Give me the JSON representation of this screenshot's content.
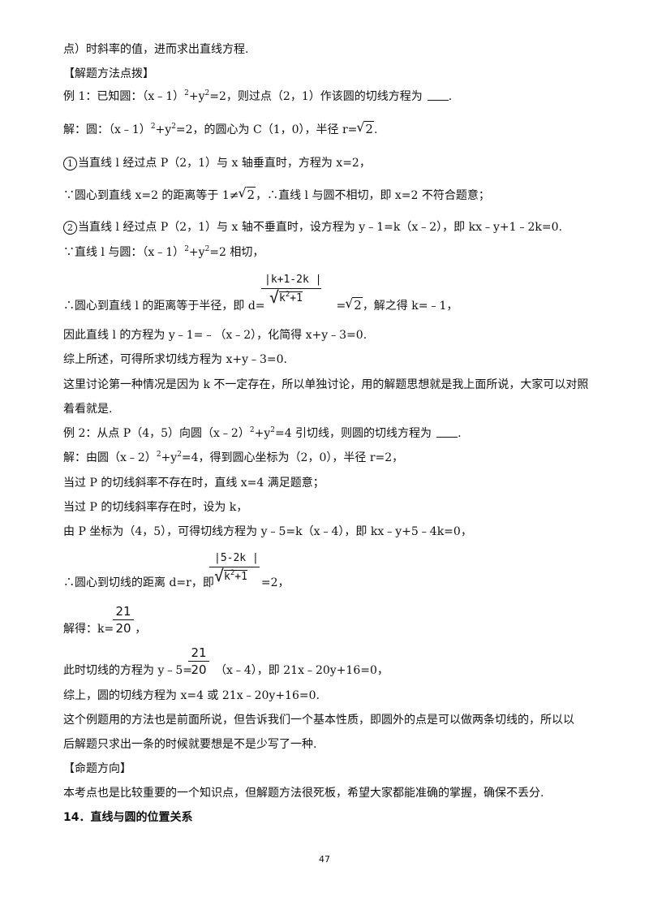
{
  "lines": {
    "l1": "点）时斜率的值，进而求出直线方程.",
    "l2": "【解题方法点拨】",
    "l3a": "例 1：已知圆：（x﹣1）",
    "l3b": "+y",
    "l3c": "=2，则过点（2，1）作该圆的切线方程为",
    "l4a": "解：圆：（x﹣1）",
    "l4b": "+y",
    "l4c": "=2，的圆心为 C（1，0），半径 r=",
    "l5": "当直线 l 经过点 P（2，1）与 x 轴垂直时，方程为 x=2，",
    "l6a": "∵圆心到直线 x=2 的距离等于 1",
    "l6b": "，∴直线 l 与圆不相切，即 x=2 不符合题意；",
    "l7": "当直线 l 经过点 P（2，1）与 x 轴不垂直时，设方程为 y﹣1=k（x﹣2），即 kx﹣y+1﹣2k=0.",
    "l8a": "∵直线 l 与圆：（x﹣1）",
    "l8b": "+y",
    "l8c": "=2 相切，",
    "l9a": "∴圆心到直线 l 的距离等于半径，即 d=",
    "l9b": "，解之得 k=﹣1，",
    "l10": "因此直线 l 的方程为 y﹣1=﹣（x﹣2），化简得 x+y﹣3=0.",
    "l11": "综上所述，可得所求切线方程为 x+y﹣3=0.",
    "l12": "这里讨论第一种情况是因为 k 不一定存在，所以单独讨论，用的解题思想就是我上面所说，大家可以对照",
    "l13": "着看就是.",
    "l14a": "例 2：从点 P（4，5）向圆（x﹣2）",
    "l14b": "+y",
    "l14c": "=4 引切线，则圆的切线方程为",
    "l15a": "解：由圆（x﹣2）",
    "l15b": "+y",
    "l15c": "=4，得到圆心坐标为（2，0），半径 r=2，",
    "l16": "当过 P 的切线斜率不存在时，直线 x=4 满足题意；",
    "l17": "当过 P 的切线斜率存在时，设为 k，",
    "l18": "由 P 坐标为（4，5），可得切线方程为 y﹣5=k（x﹣4），即 kx﹣y+5﹣4k=0，",
    "l19a": "∴圆心到切线的距离 d=r，即",
    "l19b": "=2，",
    "l20a": "解得：k=",
    "l20b": "，",
    "l21a": "此时切线的方程为 y﹣5=",
    "l21b": "（x﹣4），即 21x﹣20y+16=0，",
    "l22": "综上，圆的切线方程为 x=4 或 21x﹣20y+16=0.",
    "l23": "这个例题用的方法也是前面所说，但告诉我们一个基本性质，即圆外的点是可以做两条切线的，所以以",
    "l24": "后解题只求出一条的时候就要想是不是少写了一种.",
    "l25": "【命题方向】",
    "l26": "本考点也是比较重要的一个知识点，但解题方法很死板，希望大家都能准确的掌握，确保不丢分.",
    "l27": "14．直线与圆的位置关系"
  },
  "math": {
    "sq": "2",
    "sqrt2": "2",
    "neq": "≠",
    "circ1": "1",
    "circ2": "2",
    "tail_dot": ".",
    "f1_num": "|k+1-2k |",
    "f1_den": "k",
    "f1_den_sup": "2",
    "f1_den_tail": "+1",
    "f1_eq": "=",
    "f2_num": "|5-2k |",
    "f2_den": "k",
    "f2_den_sup": "2",
    "f2_den_tail": "+1",
    "frac21_num": "21",
    "frac21_den": "20"
  },
  "page_number": "47"
}
